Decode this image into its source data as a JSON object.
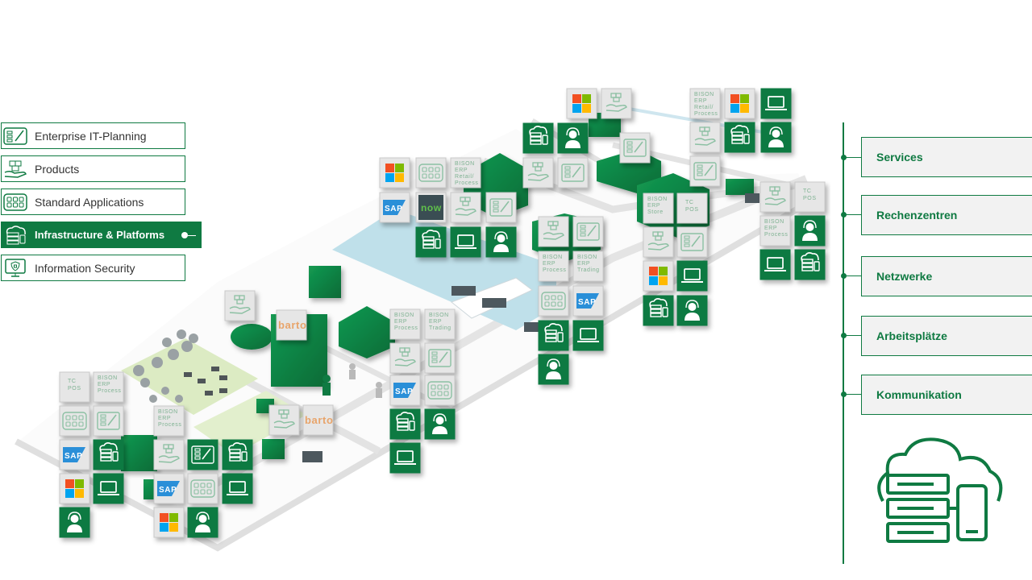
{
  "left_nav": [
    {
      "label": "Enterprise IT-Planning",
      "icon": "planning-icon",
      "active": false
    },
    {
      "label": "Products",
      "icon": "products-hand-icon",
      "active": false
    },
    {
      "label": "Standard Applications",
      "icon": "apps-grid-icon",
      "active": false
    },
    {
      "label": "Infrastructure & Platforms",
      "icon": "server-cloud-icon",
      "active": true
    },
    {
      "label": "Information Security",
      "icon": "security-lock-icon",
      "active": false
    }
  ],
  "right_nav": [
    {
      "label": "Services"
    },
    {
      "label": "Rechenzentren"
    },
    {
      "label": "Netzwerke"
    },
    {
      "label": "Arbeitsplätze"
    },
    {
      "label": "Kommunikation"
    }
  ],
  "text": {
    "bison_erp": [
      "BISON",
      "ERP"
    ],
    "process": "Process",
    "trading": "Trading",
    "retail": [
      "Retail/",
      "Process"
    ],
    "store": "Store",
    "tc_pos": [
      "TC",
      "POS"
    ],
    "sap": "SAP",
    "now": "now",
    "barto": "barto"
  },
  "colors": {
    "green": "#0f7a42",
    "tile": "#e6e6e6",
    "tile_border": "#c9c9c9",
    "tile_icon": "#8cc0a3"
  }
}
